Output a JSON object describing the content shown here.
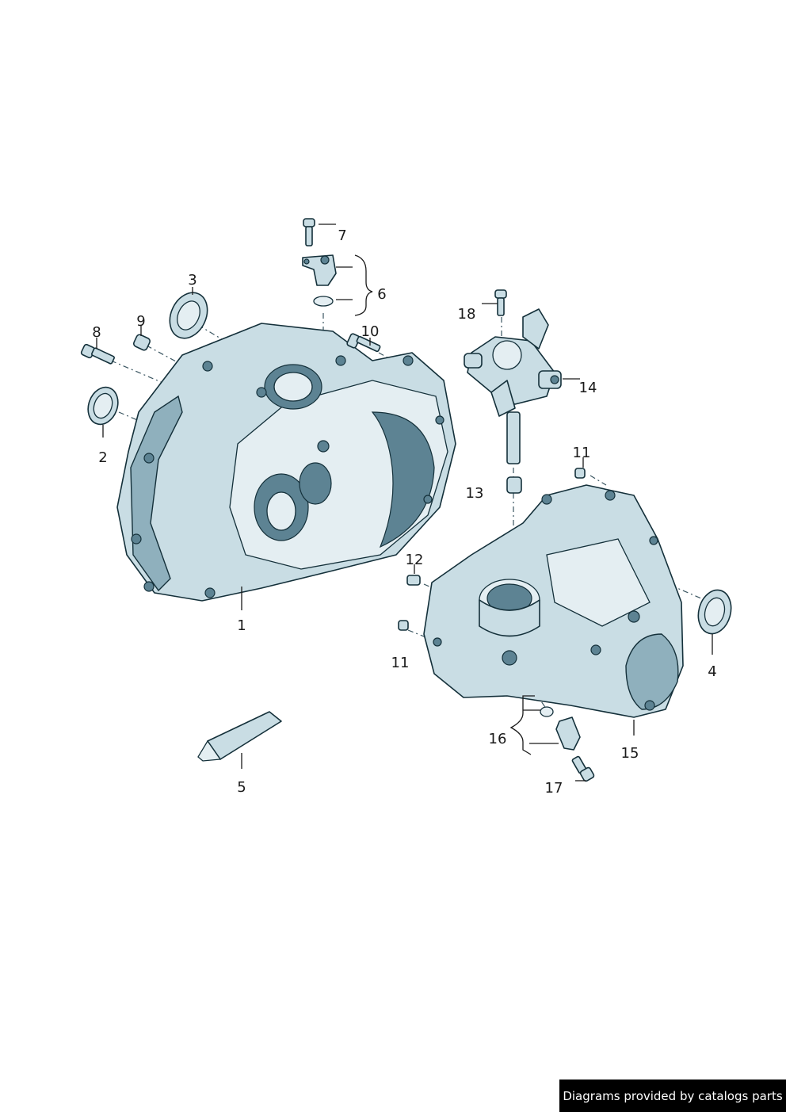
{
  "callouts": {
    "c1": "1",
    "c2": "2",
    "c3": "3",
    "c4": "4",
    "c5": "5",
    "c6": "6",
    "c7": "7",
    "c8": "8",
    "c9": "9",
    "c10": "10",
    "c11a": "11",
    "c11b": "11",
    "c12": "12",
    "c13": "13",
    "c14": "14",
    "c15": "15",
    "c16": "16",
    "c17": "17",
    "c18": "18"
  },
  "footer": {
    "credit": "Diagrams provided by catalogs parts"
  },
  "colors": {
    "part_fill": "#c9dde4",
    "part_stroke": "#14303a",
    "credit_bg": "#000000"
  }
}
